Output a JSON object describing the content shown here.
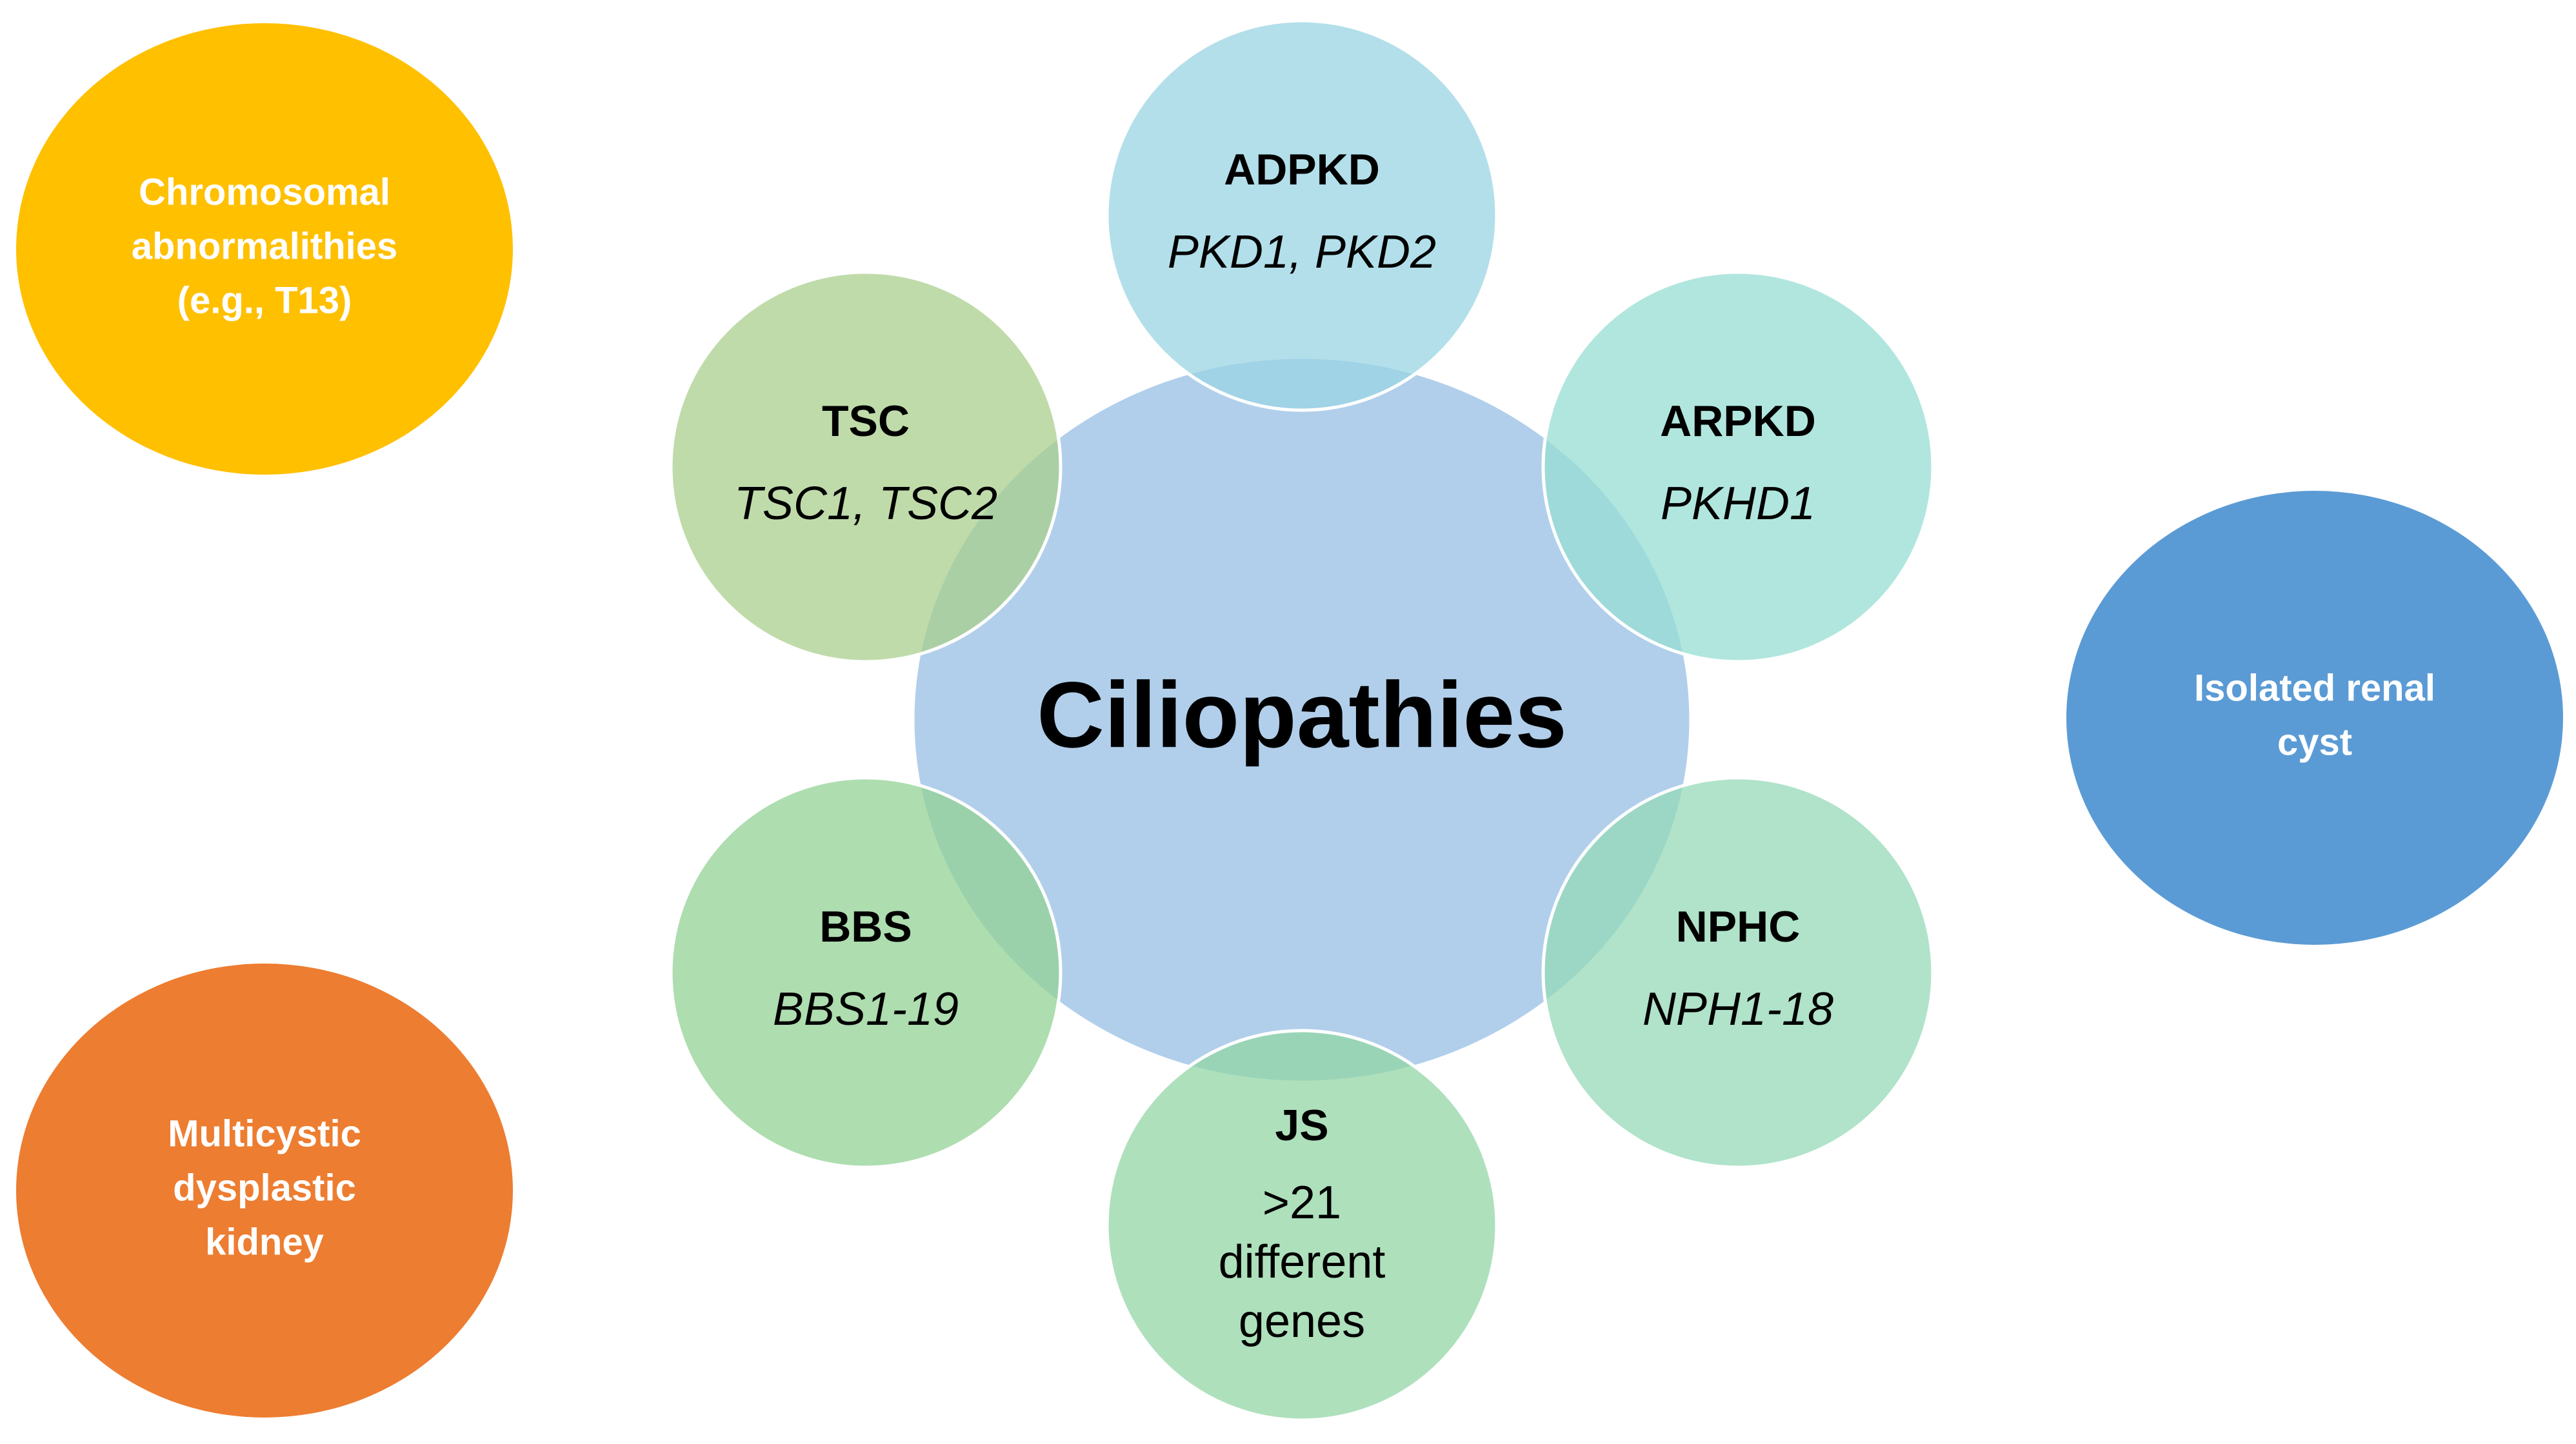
{
  "diagram": {
    "hub": {
      "label": "Ciliopathies",
      "color": "#9DC3E6"
    },
    "satellites": [
      {
        "id": "adpkd",
        "title": "ADPKD",
        "genes": [
          "PKD1, PKD2"
        ],
        "gene_style": "italic",
        "color": "#9AD4E3"
      },
      {
        "id": "arpkd",
        "title": "ARPKD",
        "genes": [
          "PKHD1"
        ],
        "gene_style": "italic",
        "color": "#97DDD3"
      },
      {
        "id": "nphc",
        "title": "NPHC",
        "genes": [
          "NPH1-18"
        ],
        "gene_style": "italic",
        "color": "#95DAB8"
      },
      {
        "id": "js",
        "title": "JS",
        "genes": [
          ">21",
          "different",
          "genes"
        ],
        "gene_style": "normal",
        "color": "#93D6A5"
      },
      {
        "id": "bbs",
        "title": "BBS",
        "genes": [
          "BBS1-19"
        ],
        "gene_style": "italic",
        "color": "#93D196"
      },
      {
        "id": "tsc",
        "title": "TSC",
        "genes": [
          "TSC1, TSC2"
        ],
        "gene_style": "italic",
        "color": "#A9CF8E"
      }
    ],
    "outer": [
      {
        "id": "chromosomal",
        "lines": [
          "Chromosomal",
          "abnormalithies",
          "(e.g., T13)"
        ],
        "color": "#FFC000"
      },
      {
        "id": "multicystic",
        "lines": [
          "Multicystic",
          "dysplastic",
          "kidney"
        ],
        "color": "#ED7D31"
      },
      {
        "id": "isolated",
        "lines": [
          "Isolated renal",
          "cyst"
        ],
        "color": "#5B9BD5"
      }
    ]
  }
}
